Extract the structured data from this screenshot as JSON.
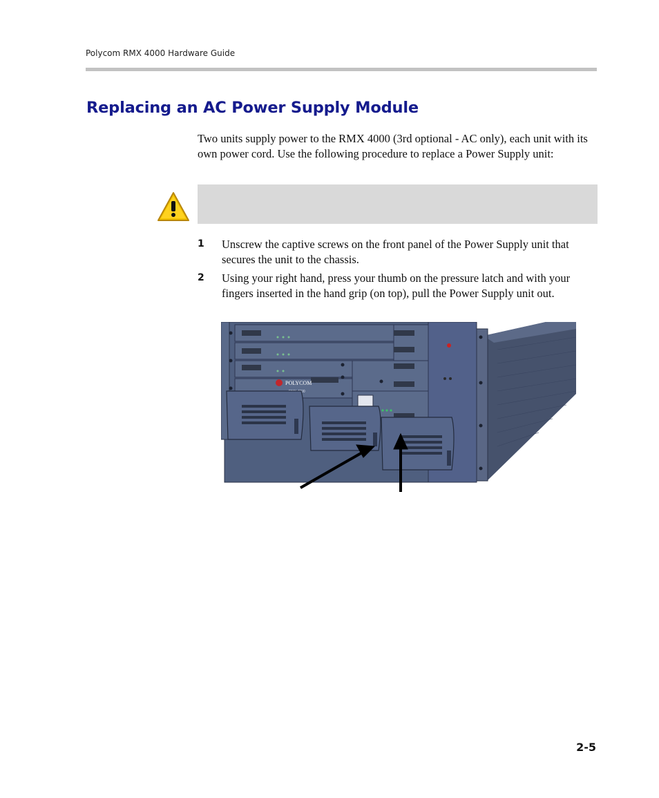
{
  "header": {
    "running_title": "Polycom RMX 4000 Hardware Guide"
  },
  "section": {
    "title": "Replacing an AC Power Supply Module",
    "intro": "Two units supply power to the RMX 4000 (3rd optional - AC only), each unit with its own power cord. Use the following procedure to replace a Power Supply unit:"
  },
  "caution": {
    "icon": "caution-icon",
    "text": ""
  },
  "steps": [
    {
      "number": "1",
      "text": "Unscrew the captive screws on the front panel of the Power Supply unit that secures the unit to the chassis."
    },
    {
      "number": "2",
      "text": "Using your right hand, press your thumb on the pressure latch and with your fingers inserted in the hand grip (on top), pull the Power Supply unit out."
    }
  ],
  "figure": {
    "brand_label": "POLYCOM",
    "model_label": "RMX 4000"
  },
  "footer": {
    "page_number": "2-5"
  },
  "colors": {
    "title_blue": "#151b8d",
    "chassis": "#4d5d7c",
    "caution_yellow": "#f2c200"
  }
}
